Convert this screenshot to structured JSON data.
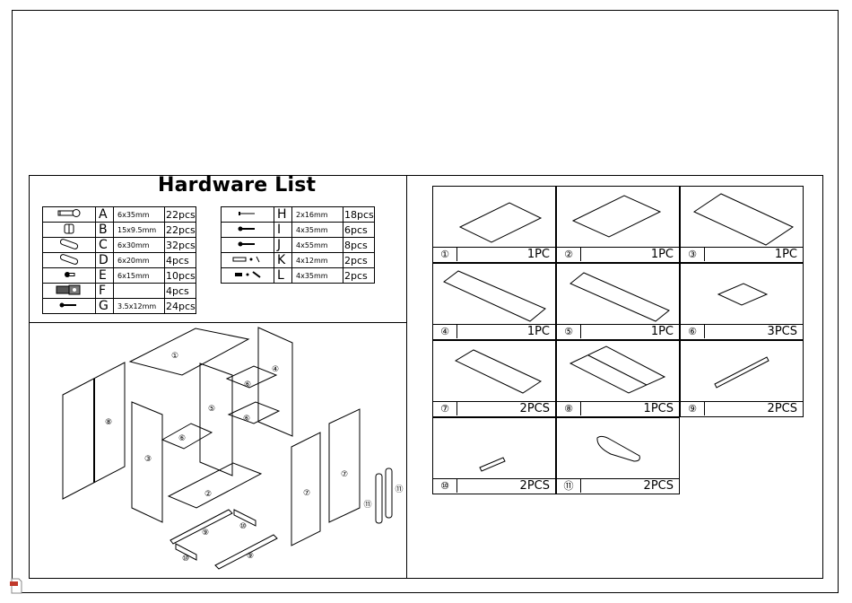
{
  "hardware": {
    "title": "Hardware List",
    "left": [
      {
        "icon": "cam-bolt-icon",
        "letter": "A",
        "size": "6x35mm",
        "qty": "22pcs"
      },
      {
        "icon": "cam-lock-icon",
        "letter": "B",
        "size": "15x9.5mm",
        "qty": "22pcs"
      },
      {
        "icon": "wood-dowel-icon",
        "letter": "C",
        "size": "6x30mm",
        "qty": "32pcs"
      },
      {
        "icon": "wood-dowel-icon",
        "letter": "D",
        "size": "6x20mm",
        "qty": "4pcs"
      },
      {
        "icon": "shelf-pin-icon",
        "letter": "E",
        "size": "6x15mm",
        "qty": "10pcs"
      },
      {
        "icon": "hinge-icon",
        "letter": "F",
        "size": "",
        "qty": "4pcs"
      },
      {
        "icon": "screw-icon",
        "letter": "G",
        "size": "3.5x12mm",
        "qty": "24pcs"
      }
    ],
    "right": [
      {
        "icon": "nail-icon",
        "letter": "H",
        "size": "2x16mm",
        "qty": "18pcs"
      },
      {
        "icon": "screw-icon",
        "letter": "I",
        "size": "4x35mm",
        "qty": "6pcs"
      },
      {
        "icon": "screw-icon",
        "letter": "J",
        "size": "4x55mm",
        "qty": "8pcs"
      },
      {
        "icon": "wall-anchor-icon",
        "letter": "K",
        "size": "4x12mm",
        "qty": "2pcs"
      },
      {
        "icon": "screw-anchor-icon",
        "letter": "L",
        "size": "4x35mm",
        "qty": "2pcs"
      }
    ]
  },
  "parts": [
    {
      "num": "①",
      "qty": "1PC"
    },
    {
      "num": "②",
      "qty": "1PC"
    },
    {
      "num": "③",
      "qty": "1PC"
    },
    {
      "num": "④",
      "qty": "1PC"
    },
    {
      "num": "⑤",
      "qty": "1PC"
    },
    {
      "num": "⑥",
      "qty": "3PCS"
    },
    {
      "num": "⑦",
      "qty": "2PCS"
    },
    {
      "num": "⑧",
      "qty": "1PCS"
    },
    {
      "num": "⑨",
      "qty": "2PCS"
    },
    {
      "num": "⑩",
      "qty": "2PCS"
    },
    {
      "num": "⑪",
      "qty": "2PCS"
    }
  ],
  "exploded_markers": [
    "①",
    "②",
    "③",
    "④",
    "⑤",
    "⑥",
    "⑥",
    "⑥",
    "⑦",
    "⑦",
    "⑧",
    "⑨",
    "⑨",
    "⑩",
    "⑩",
    "⑪",
    "⑪"
  ]
}
